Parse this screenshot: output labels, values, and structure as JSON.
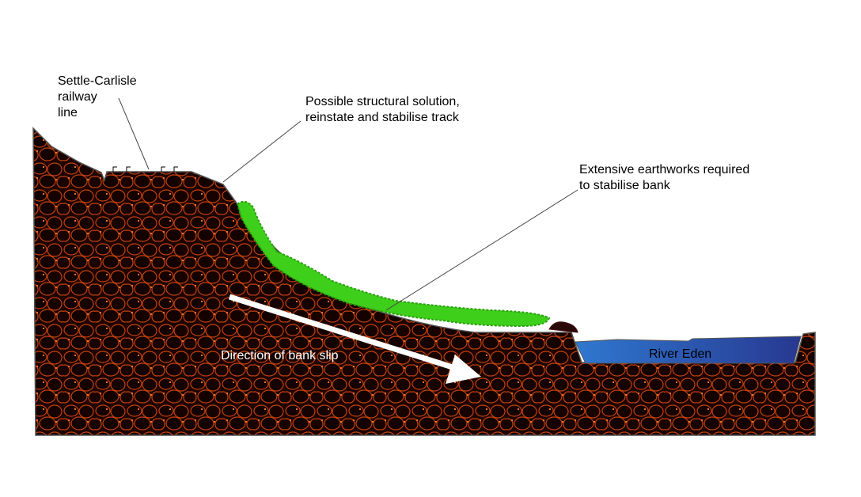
{
  "labels": {
    "railway": "Settle-Carlisle\nrailway\nline",
    "structural": "Possible structural solution,\nreinstate and stabilise track",
    "earthworks": "Extensive earthworks required\nto stabilise bank",
    "direction": "Direction of bank slip",
    "river": "River Eden"
  },
  "colors": {
    "soil": "#1e0400",
    "soil_lines": "#c2410c",
    "vegetation": "#3ecf1a",
    "river_light": "#2f78d0",
    "river_dark": "#283890"
  }
}
